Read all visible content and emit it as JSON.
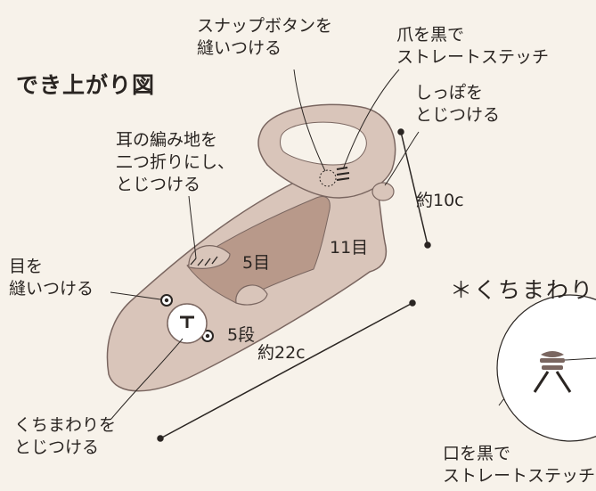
{
  "title": "でき上がり図",
  "labels": {
    "snap_button": "スナップボタンを\n縫いつける",
    "claws": "爪を黒で\nストレートステッチ",
    "tail": "しっぽを\nとじつける",
    "ears": "耳の編み地を\n二つ折りにし、\nとじつける",
    "eyes": "目を\n縫いつける",
    "mouth": "くちまわりを\nとじつける",
    "mouth_stitch": "口を黒で\nストレートステッチ",
    "dim_height": "約10c",
    "dim_length": "約22c",
    "stitches_5": "5目",
    "stitches_11": "11目",
    "rows_5": "5段"
  },
  "inset_title": "＊くちまわり",
  "colors": {
    "background": "#f7f2ea",
    "body": "#d9c5ba",
    "inner": "#b8998a",
    "outline": "#2a2522"
  }
}
